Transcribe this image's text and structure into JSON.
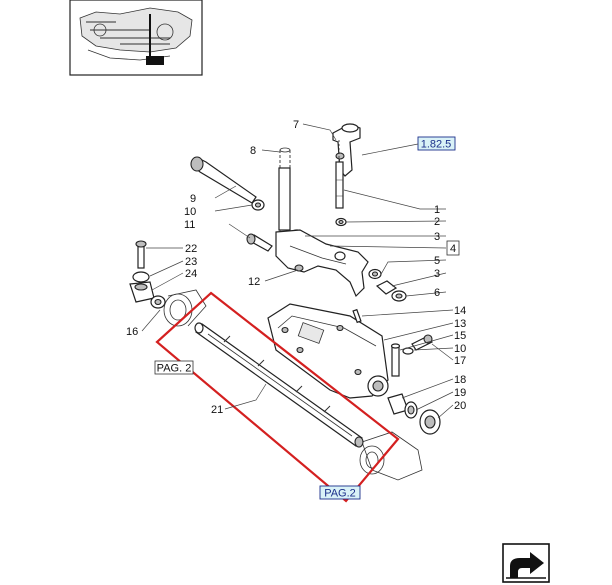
{
  "callouts": {
    "c1": "1",
    "c2": "2",
    "c3a": "3",
    "c3b": "3",
    "c4": "4",
    "c5": "5",
    "c6": "6",
    "c7": "7",
    "c8": "8",
    "c9": "9",
    "c10a": "10",
    "c10b": "10",
    "c11": "11",
    "c12": "12",
    "c13": "13",
    "c14": "14",
    "c15": "15",
    "c16": "16",
    "c17": "17",
    "c18": "18",
    "c19": "19",
    "c20": "20",
    "c21": "21",
    "c22": "22",
    "c23": "23",
    "c24": "24"
  },
  "references": {
    "group_ref": "1.82.5",
    "page_ref_left": "PAG. 2",
    "page_ref_bottom": "PAG.2"
  },
  "colors": {
    "highlight": "#d42020",
    "ref_box_fill": "#d9f2f7",
    "ref_box_stroke": "#1a2f8a"
  },
  "icons": {
    "thumbnail": "machine-thumbnail",
    "nav": "next-page-arrow-icon"
  }
}
